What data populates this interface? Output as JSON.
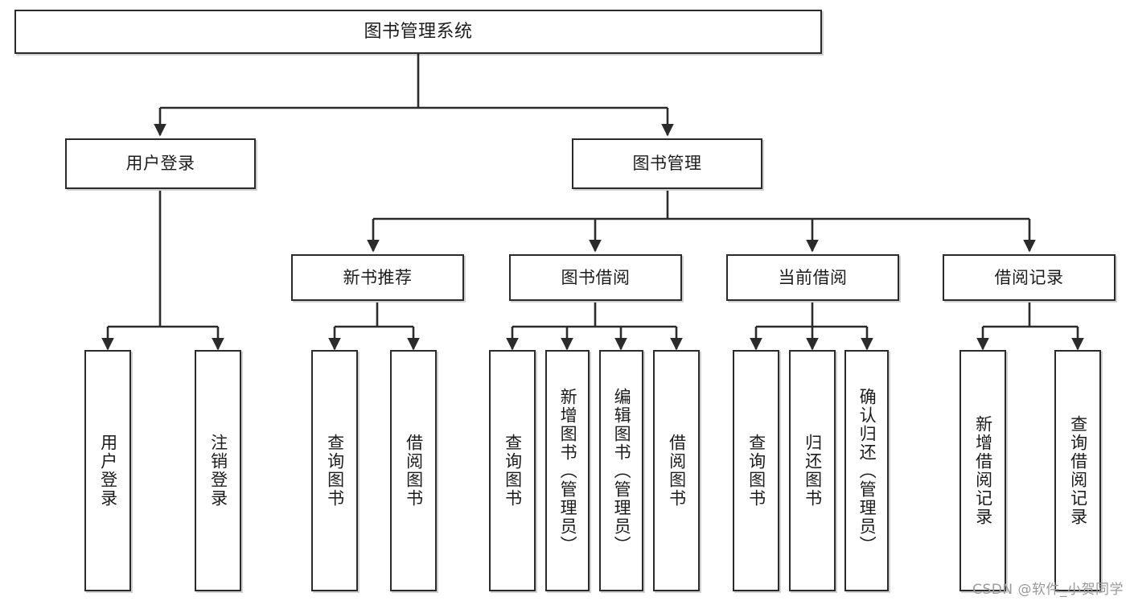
{
  "diagram": {
    "title": "图书管理系统",
    "type": "hierarchy-tree",
    "watermark": "CSDN @软件_小贺同学",
    "colors": {
      "box_border": "#2b2b2b",
      "box_fill": "#ffffff",
      "connector": "#2b2b2b",
      "text": "#1c1c1c",
      "watermark": "#9a9a9a"
    },
    "levels": [
      {
        "level": 1,
        "label": "root"
      },
      {
        "level": 2,
        "label": "modules"
      },
      {
        "level": 3,
        "label": "submodules"
      },
      {
        "level": 4,
        "label": "functions"
      }
    ]
  },
  "nodes": {
    "root": {
      "id": "root",
      "label": "图书管理系统",
      "orientation": "horizontal"
    },
    "level2": [
      {
        "id": "user-login",
        "label": "用户登录",
        "orientation": "horizontal"
      },
      {
        "id": "book-manage",
        "label": "图书管理",
        "orientation": "horizontal"
      }
    ],
    "level3": [
      {
        "id": "new-book-recommend",
        "label": "新书推荐",
        "orientation": "horizontal"
      },
      {
        "id": "book-borrow",
        "label": "图书借阅",
        "orientation": "horizontal"
      },
      {
        "id": "current-borrow",
        "label": "当前借阅",
        "orientation": "horizontal"
      },
      {
        "id": "borrow-record",
        "label": "借阅记录",
        "orientation": "horizontal"
      }
    ],
    "leaves": [
      {
        "id": "leaf-user-login",
        "label": "用户登录",
        "parent": "user-login",
        "orientation": "vertical"
      },
      {
        "id": "leaf-user-logout",
        "label": "注销登录",
        "parent": "user-login",
        "orientation": "vertical"
      },
      {
        "id": "leaf-query-book-1",
        "label": "查询图书",
        "parent": "new-book-recommend",
        "orientation": "vertical"
      },
      {
        "id": "leaf-borrow-book-1",
        "label": "借阅图书",
        "parent": "new-book-recommend",
        "orientation": "vertical"
      },
      {
        "id": "leaf-query-book-2",
        "label": "查询图书",
        "parent": "book-borrow",
        "orientation": "vertical"
      },
      {
        "id": "leaf-add-book",
        "label": "新增图书（管理员）",
        "parent": "book-borrow",
        "orientation": "vertical"
      },
      {
        "id": "leaf-edit-book",
        "label": "编辑图书（管理员）",
        "parent": "book-borrow",
        "orientation": "vertical"
      },
      {
        "id": "leaf-borrow-book-2",
        "label": "借阅图书",
        "parent": "book-borrow",
        "orientation": "vertical"
      },
      {
        "id": "leaf-query-book-3",
        "label": "查询图书",
        "parent": "current-borrow",
        "orientation": "vertical"
      },
      {
        "id": "leaf-return-book",
        "label": "归还图书",
        "parent": "current-borrow",
        "orientation": "vertical"
      },
      {
        "id": "leaf-confirm-return",
        "label": "确认归还（管理员）",
        "parent": "current-borrow",
        "orientation": "vertical"
      },
      {
        "id": "leaf-add-record",
        "label": "新增借阅记录",
        "parent": "borrow-record",
        "orientation": "vertical"
      },
      {
        "id": "leaf-query-record",
        "label": "查询借阅记录",
        "parent": "borrow-record",
        "orientation": "vertical"
      }
    ]
  }
}
